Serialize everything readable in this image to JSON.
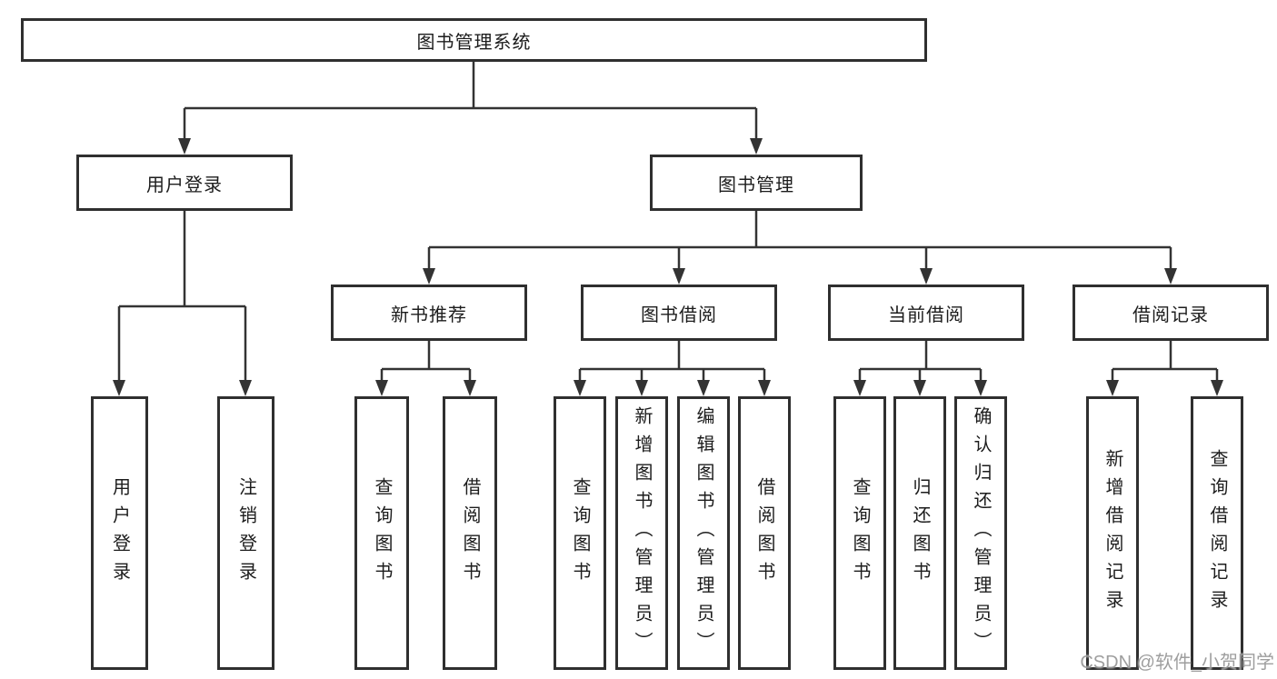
{
  "diagram": {
    "root_label": "图书管理系统",
    "level1": {
      "user_login": "用户登录",
      "book_management": "图书管理"
    },
    "level2": {
      "new_book_recommend": "新书推荐",
      "book_borrowing": "图书借阅",
      "current_borrowing": "当前借阅",
      "borrowing_records": "借阅记录"
    },
    "leaves": {
      "user_login": "用户登录",
      "logout": "注销登录",
      "newrec_query_books": "查询图书",
      "newrec_borrow_books": "借阅图书",
      "borrow_query_books": "查询图书",
      "borrow_add_books": "新增图书（管理员）",
      "borrow_edit_books": "编辑图书（管理员）",
      "borrow_borrow_books": "借阅图书",
      "current_query_books": "查询图书",
      "current_return_books": "归还图书",
      "current_confirm_return": "确认归还（管理员）",
      "records_add_record": "新增借阅记录",
      "records_query_record": "查询借阅记录"
    }
  },
  "watermark": "CSDN @软件_小贺同学",
  "colors": {
    "line": "#333333",
    "border": "#2f2f2f",
    "text": "#1c1c1c",
    "watermark": "#949494"
  }
}
